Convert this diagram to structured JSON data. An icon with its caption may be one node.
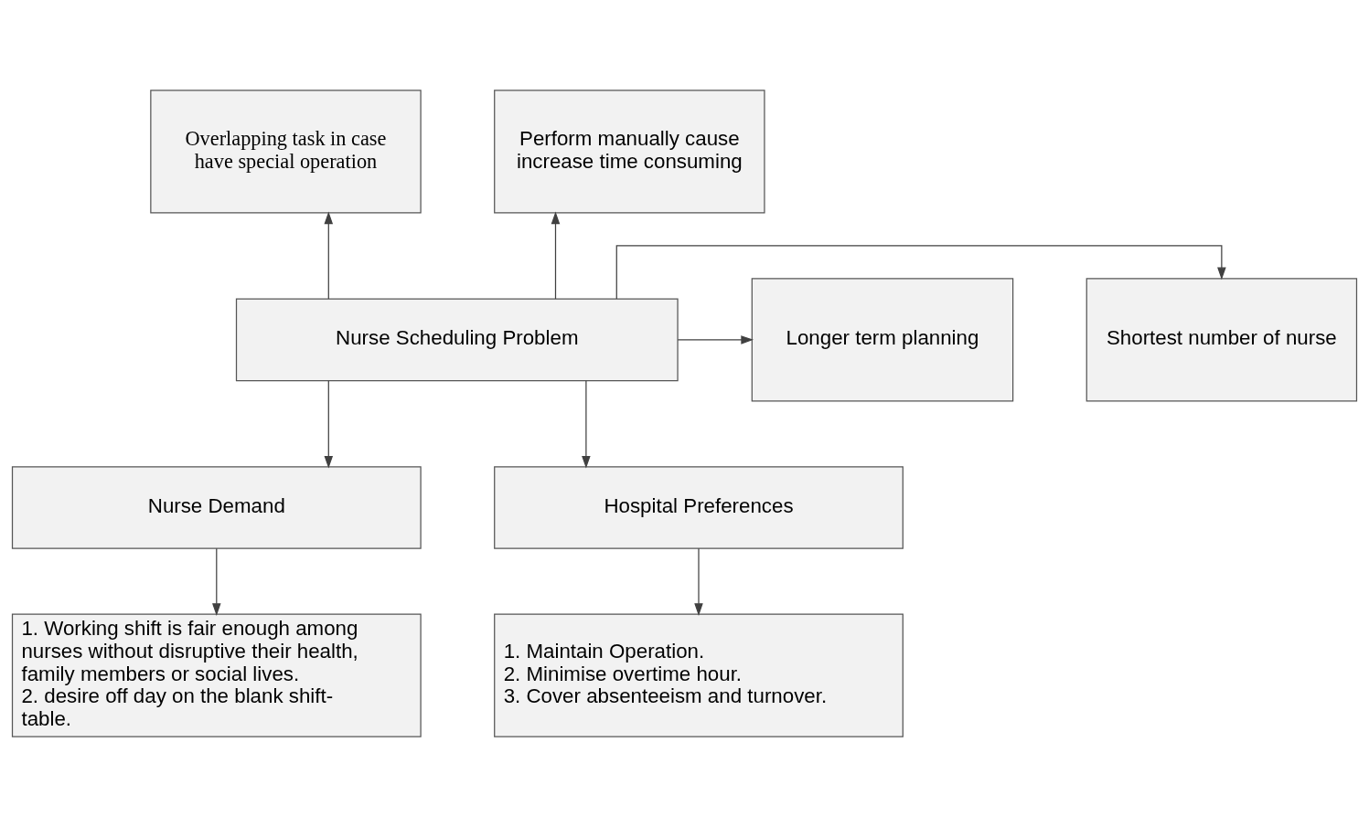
{
  "diagram": {
    "nodes": [
      {
        "text": [
          "Overlapping task in case have special operation"
        ]
      },
      {
        "text": [
          "Perform manually cause increase time consuming"
        ]
      },
      {
        "text": [
          "Shortest number of nurse"
        ]
      },
      {
        "text": [
          "Nurse Scheduling Problem"
        ]
      },
      {
        "text": [
          "Longer term planning"
        ]
      },
      {
        "text": [
          "Nurse Demand"
        ]
      },
      {
        "text": [
          "Hospital Preferences"
        ]
      },
      {
        "text": [
          "1. Working shift is fair enough among nurses without disruptive their health, family members or social lives. 2. desire off day on the blank shift-table."
        ]
      },
      {
        "text": [
          "1. Maintain Operation. 2. Minimise overtime hour. 3. Cover absenteeism and turnover."
        ]
      }
    ],
    "edges": [
      {
        "from": 3,
        "to": 0,
        "arrow": "to"
      },
      {
        "from": 3,
        "to": 1,
        "arrow": "to"
      },
      {
        "from": 3,
        "to": 2,
        "arrow": "to"
      },
      {
        "from": 3,
        "to": 4,
        "arrow": "to"
      },
      {
        "from": 3,
        "to": 5,
        "arrow": "to"
      },
      {
        "from": 3,
        "to": 6,
        "arrow": "to"
      },
      {
        "from": 5,
        "to": 7,
        "arrow": "to"
      },
      {
        "from": 6,
        "to": 8,
        "arrow": "to"
      }
    ]
  }
}
